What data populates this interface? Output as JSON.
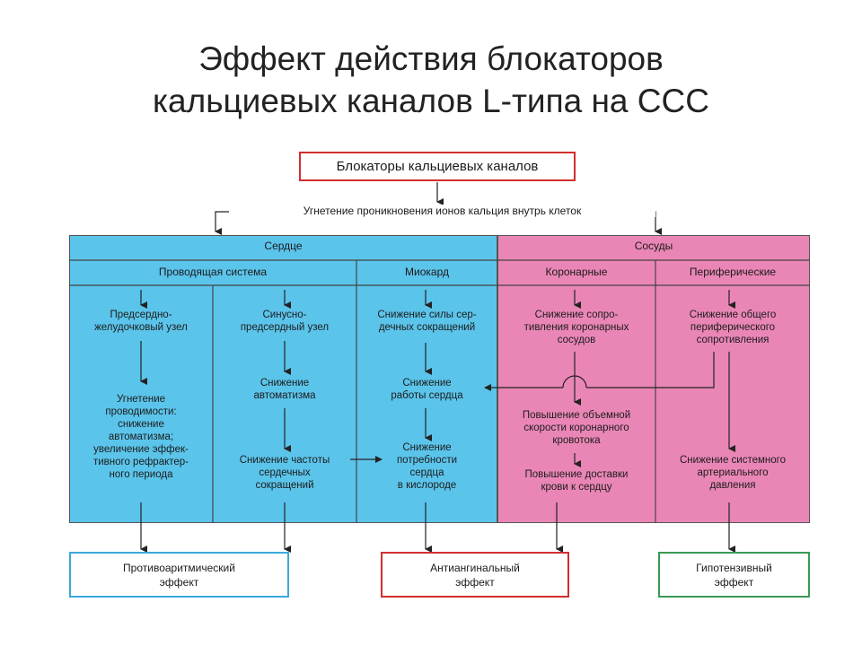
{
  "title": {
    "line1": "Эффект действия блокаторов",
    "line2": "кальциевых каналов L-типа на ССС"
  },
  "diagram": {
    "top_box": "Блокаторы кальциевых каналов",
    "mid_text": "Угнетение проникновения ионов кальция внутрь клеток",
    "heart": {
      "header": "Сердце",
      "conduction_header": "Проводящая система",
      "myocard_header": "Миокард",
      "av_node": "Предсердно-\nжелудочковый узел",
      "av_effect": "Угнетение\nпроводимости:\nснижение\nавтоматизма;\nувеличение эффек-\nтивного рефрактер-\nного периода",
      "sa_node": "Синусно-\nпредсердный узел",
      "sa_effect1": "Снижение\nавтоматизма",
      "sa_effect2": "Снижение частоты\nсердечных\nсокращений",
      "myo1": "Снижение силы сер-\nдечных сокращений",
      "myo2": "Снижение\nработы сердца",
      "myo3": "Снижение\nпотребности\nсердца\nв кислороде"
    },
    "vessels": {
      "header": "Сосуды",
      "coronary_header": "Коронарные",
      "peripheral_header": "Периферические",
      "cor1": "Снижение сопро-\nтивления коронарных\nсосудов",
      "cor2": "Повышение объемной\nскорости коронарного\nкровотока",
      "cor3": "Повышение доставки\nкрови к сердцу",
      "per1": "Снижение общего\nпериферического\nсопротивления",
      "per2": "Снижение системного\nартериального\nдавления"
    },
    "effects": {
      "antiarrhythmic": "Противоаритмический\nэффект",
      "antianginal": "Антиангинальный\nэффект",
      "hypotensive": "Гипотензивный\nэффект"
    },
    "colors": {
      "heart_fill": "#5bc4ea",
      "vessels_fill": "#ea86b6",
      "antiarrhythmic_border": "#3aa9d9",
      "antianginal_border": "#d32f2f",
      "hypotensive_border": "#3a9a55"
    }
  }
}
